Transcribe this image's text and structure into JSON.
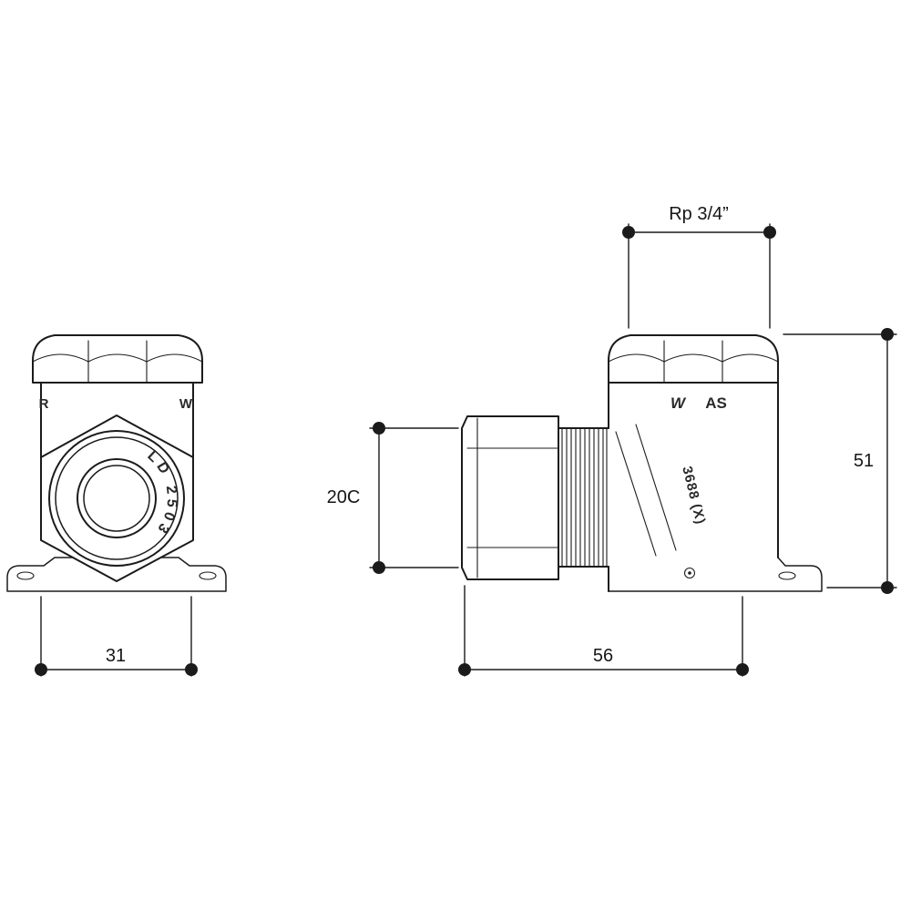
{
  "drawing": {
    "background": "#ffffff",
    "line_color": "#1b1b1b",
    "front_view": {
      "emboss_left": "R",
      "emboss_right": "W",
      "ring_marking": "LD 2503"
    },
    "side_view": {
      "brand_w": "W",
      "brand_as": "AS",
      "body_code": "3688 (X)"
    },
    "dimensions": {
      "thread_size": "Rp 3/4”",
      "height": "51",
      "pipe_size": "20C",
      "front_width": "31",
      "length": "56"
    }
  }
}
